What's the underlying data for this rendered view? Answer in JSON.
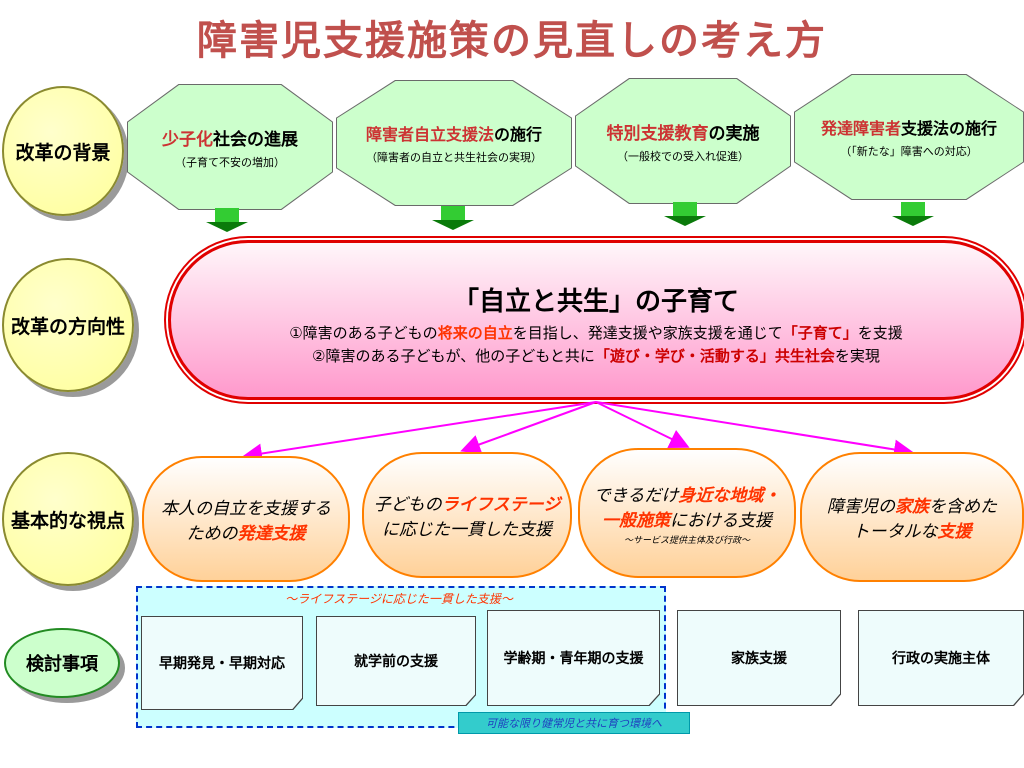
{
  "title": "障害児支援施策の見直しの考え方",
  "rows": {
    "background": "改革の背景",
    "direction": "改革の方向性",
    "viewpoint": "基本的な視点",
    "review": "検討事項"
  },
  "background_items": [
    {
      "hl": "少子化",
      "rest": "社会の進展",
      "sub": "（子育て不安の増加）"
    },
    {
      "hl": "障害者自立支援法",
      "rest": "の施行",
      "sub": "（障害者の自立と共生社会の実現）"
    },
    {
      "hl": "特別支援教育",
      "rest": "の実施",
      "sub": "（一般校での受入れ促進）"
    },
    {
      "hl": "発達障害者",
      "rest": "支援法の施行",
      "sub": "（「新たな」障害への対応）"
    }
  ],
  "direction": {
    "heading": "「自立と共生」の子育て",
    "line1_a": "①障害のある子どもの",
    "line1_b": "将来の自立",
    "line1_c": "を目指し、発達支援や家族支援を通じて",
    "line1_d": "「子育て」",
    "line1_e": "を支援",
    "line2_a": "②障害のある子どもが、他の子どもと共に",
    "line2_b": "「遊び・学び・活動する」共生社会",
    "line2_c": "を実現"
  },
  "viewpoints": {
    "v1": {
      "a": "本人の自立を支援する",
      "b": "ための",
      "c": "発達支援"
    },
    "v2": {
      "a": "子どもの",
      "b": "ライフステージ",
      "c": "に応じた一貫した支援"
    },
    "v3": {
      "a": "できるだけ",
      "b": "身近な地域・",
      "c": "一般施策",
      "d": "における支援",
      "note": "～サービス提供主体及び行政～"
    },
    "v4": {
      "a": "障害児の",
      "b": "家族",
      "c": "を含めた",
      "d": "トータルな",
      "e": "支援"
    }
  },
  "lifestage_label": "～ライフステージに応じた一貫した支援～",
  "review_items": [
    "早期発見・早期対応",
    "就学前の支援",
    "学齢期・青年期の支援",
    "家族支援",
    "行政の実施主体"
  ],
  "footnote": "可能な限り健常児と共に育つ環境へ",
  "colors": {
    "title": "#c0504d",
    "accent_red": "#cc3333",
    "orange_text": "#ff3300",
    "arrow_magenta": "#ff00ff",
    "arrow_green": "#33cc33"
  }
}
